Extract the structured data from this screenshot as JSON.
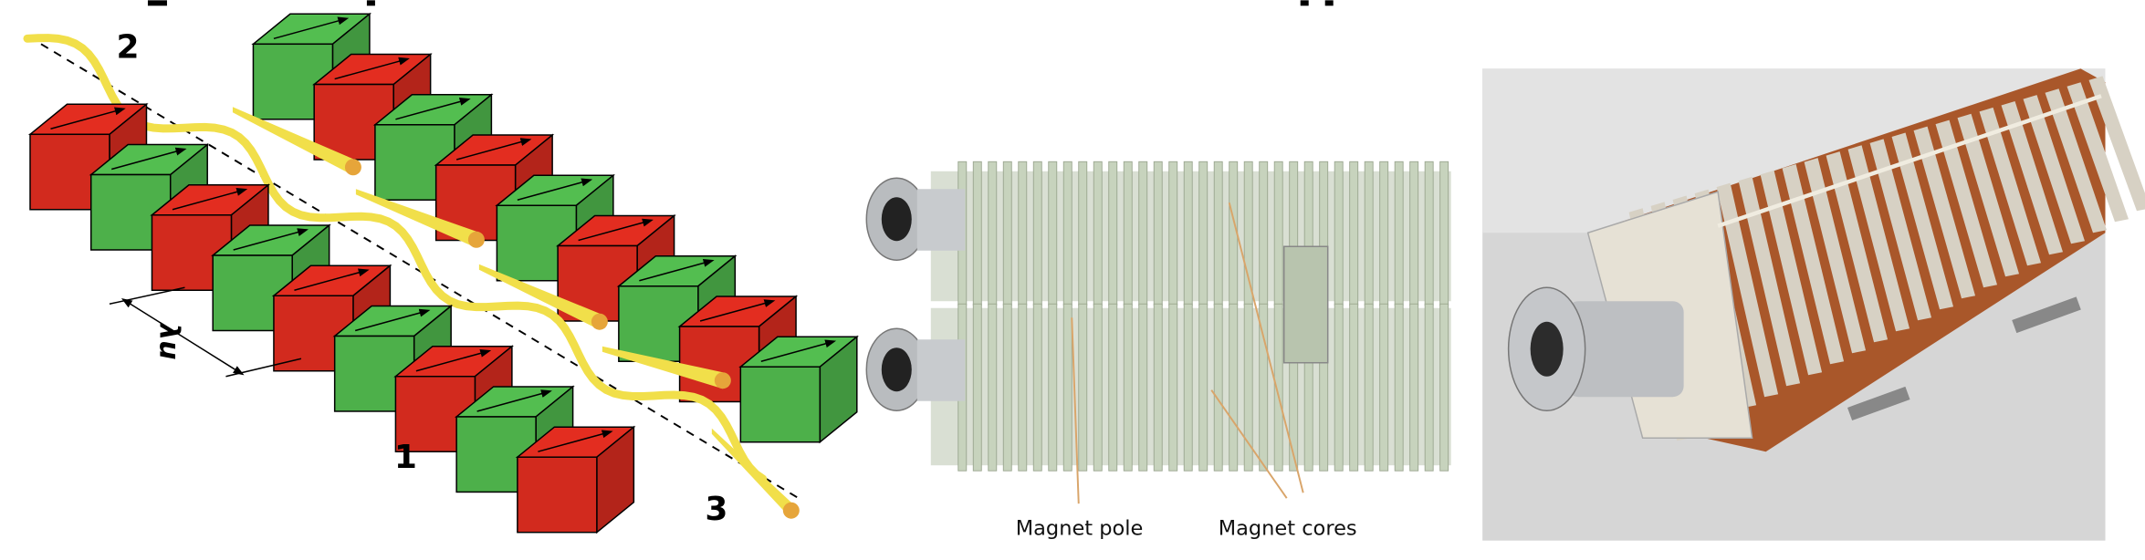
{
  "undulator_schematic": {
    "labels": {
      "one": "1",
      "two": "2",
      "three": "3",
      "period": "λu"
    },
    "colors": {
      "red": "#d22a1e",
      "green": "#4db04a",
      "beam": "#f1df4a"
    }
  },
  "magnet_render": {
    "labels": {
      "pole": "Magnet pole",
      "cores": "Magnet cores"
    },
    "colors": {
      "core": "#c7d3bd",
      "arrow": "#d9a56a"
    }
  },
  "photo": {
    "colors": {
      "copper": "#b5602e",
      "background": "#d8d8d8"
    }
  }
}
